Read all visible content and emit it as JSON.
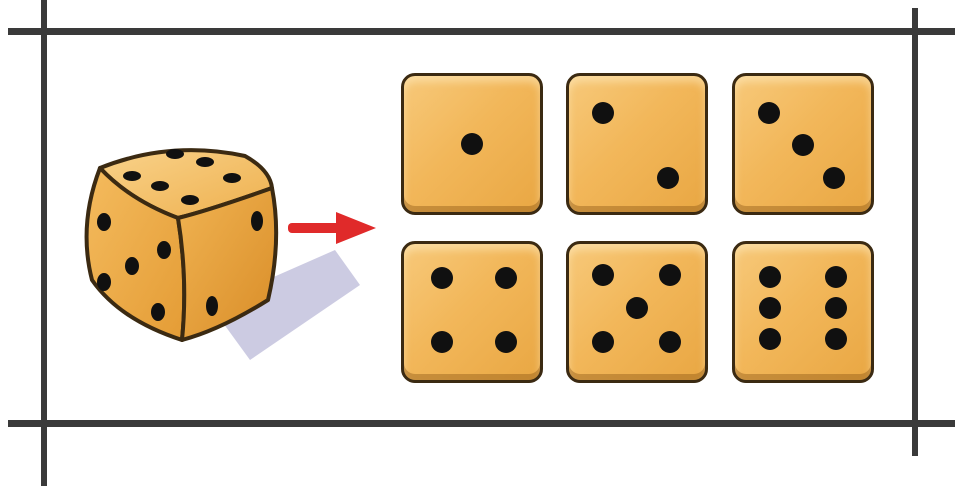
{
  "colors": {
    "die_face": "#f2b75a",
    "die_edge": "#3b2a12",
    "pip": "#101010",
    "arrow": "#e02a2a",
    "frame": "#3a3a3a"
  },
  "faces": [
    {
      "value": 1
    },
    {
      "value": 2
    },
    {
      "value": 3
    },
    {
      "value": 4
    },
    {
      "value": 5
    },
    {
      "value": 6
    }
  ],
  "icons": {
    "die": "cube-die-icon",
    "arrow": "right-arrow-icon"
  }
}
